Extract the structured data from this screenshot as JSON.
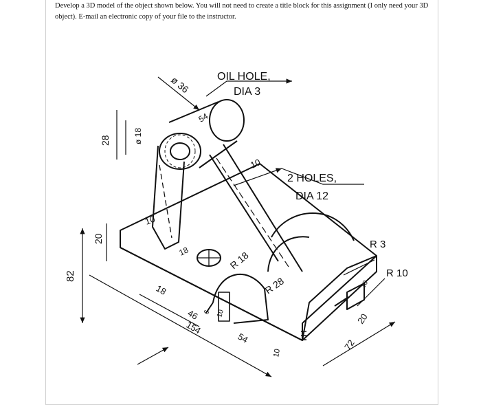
{
  "document": {
    "instructions": "Develop a 3D model of the object shown below.  You will not need to create a title block for this assignment (I only need your 3D object).  E-mail an electronic copy of your file to the instructor."
  },
  "drawing": {
    "notes": {
      "oil_hole_line1": "OIL HOLE,",
      "oil_hole_line2": "DIA 3",
      "holes_line1": "2 HOLES,",
      "holes_line2": "DIA 12"
    },
    "dimensions": {
      "dia36": "ø 36",
      "d54_top": "54",
      "dia18": "ø 18",
      "d28": "28",
      "d10_top": "10",
      "d10_left": "10",
      "d20_left": "20",
      "d82": "82",
      "d18_circle": "18",
      "d18_base": "18",
      "r18": "R 18",
      "r28": "R 28",
      "r3": "R 3",
      "r10": "R 10",
      "d46": "46",
      "d6": "6",
      "d10_slot": "10",
      "d154": "154",
      "d54_bottom": "54",
      "d10_bottom": "10",
      "d10_right": "10",
      "d20_right": "20",
      "d72": "72"
    }
  }
}
